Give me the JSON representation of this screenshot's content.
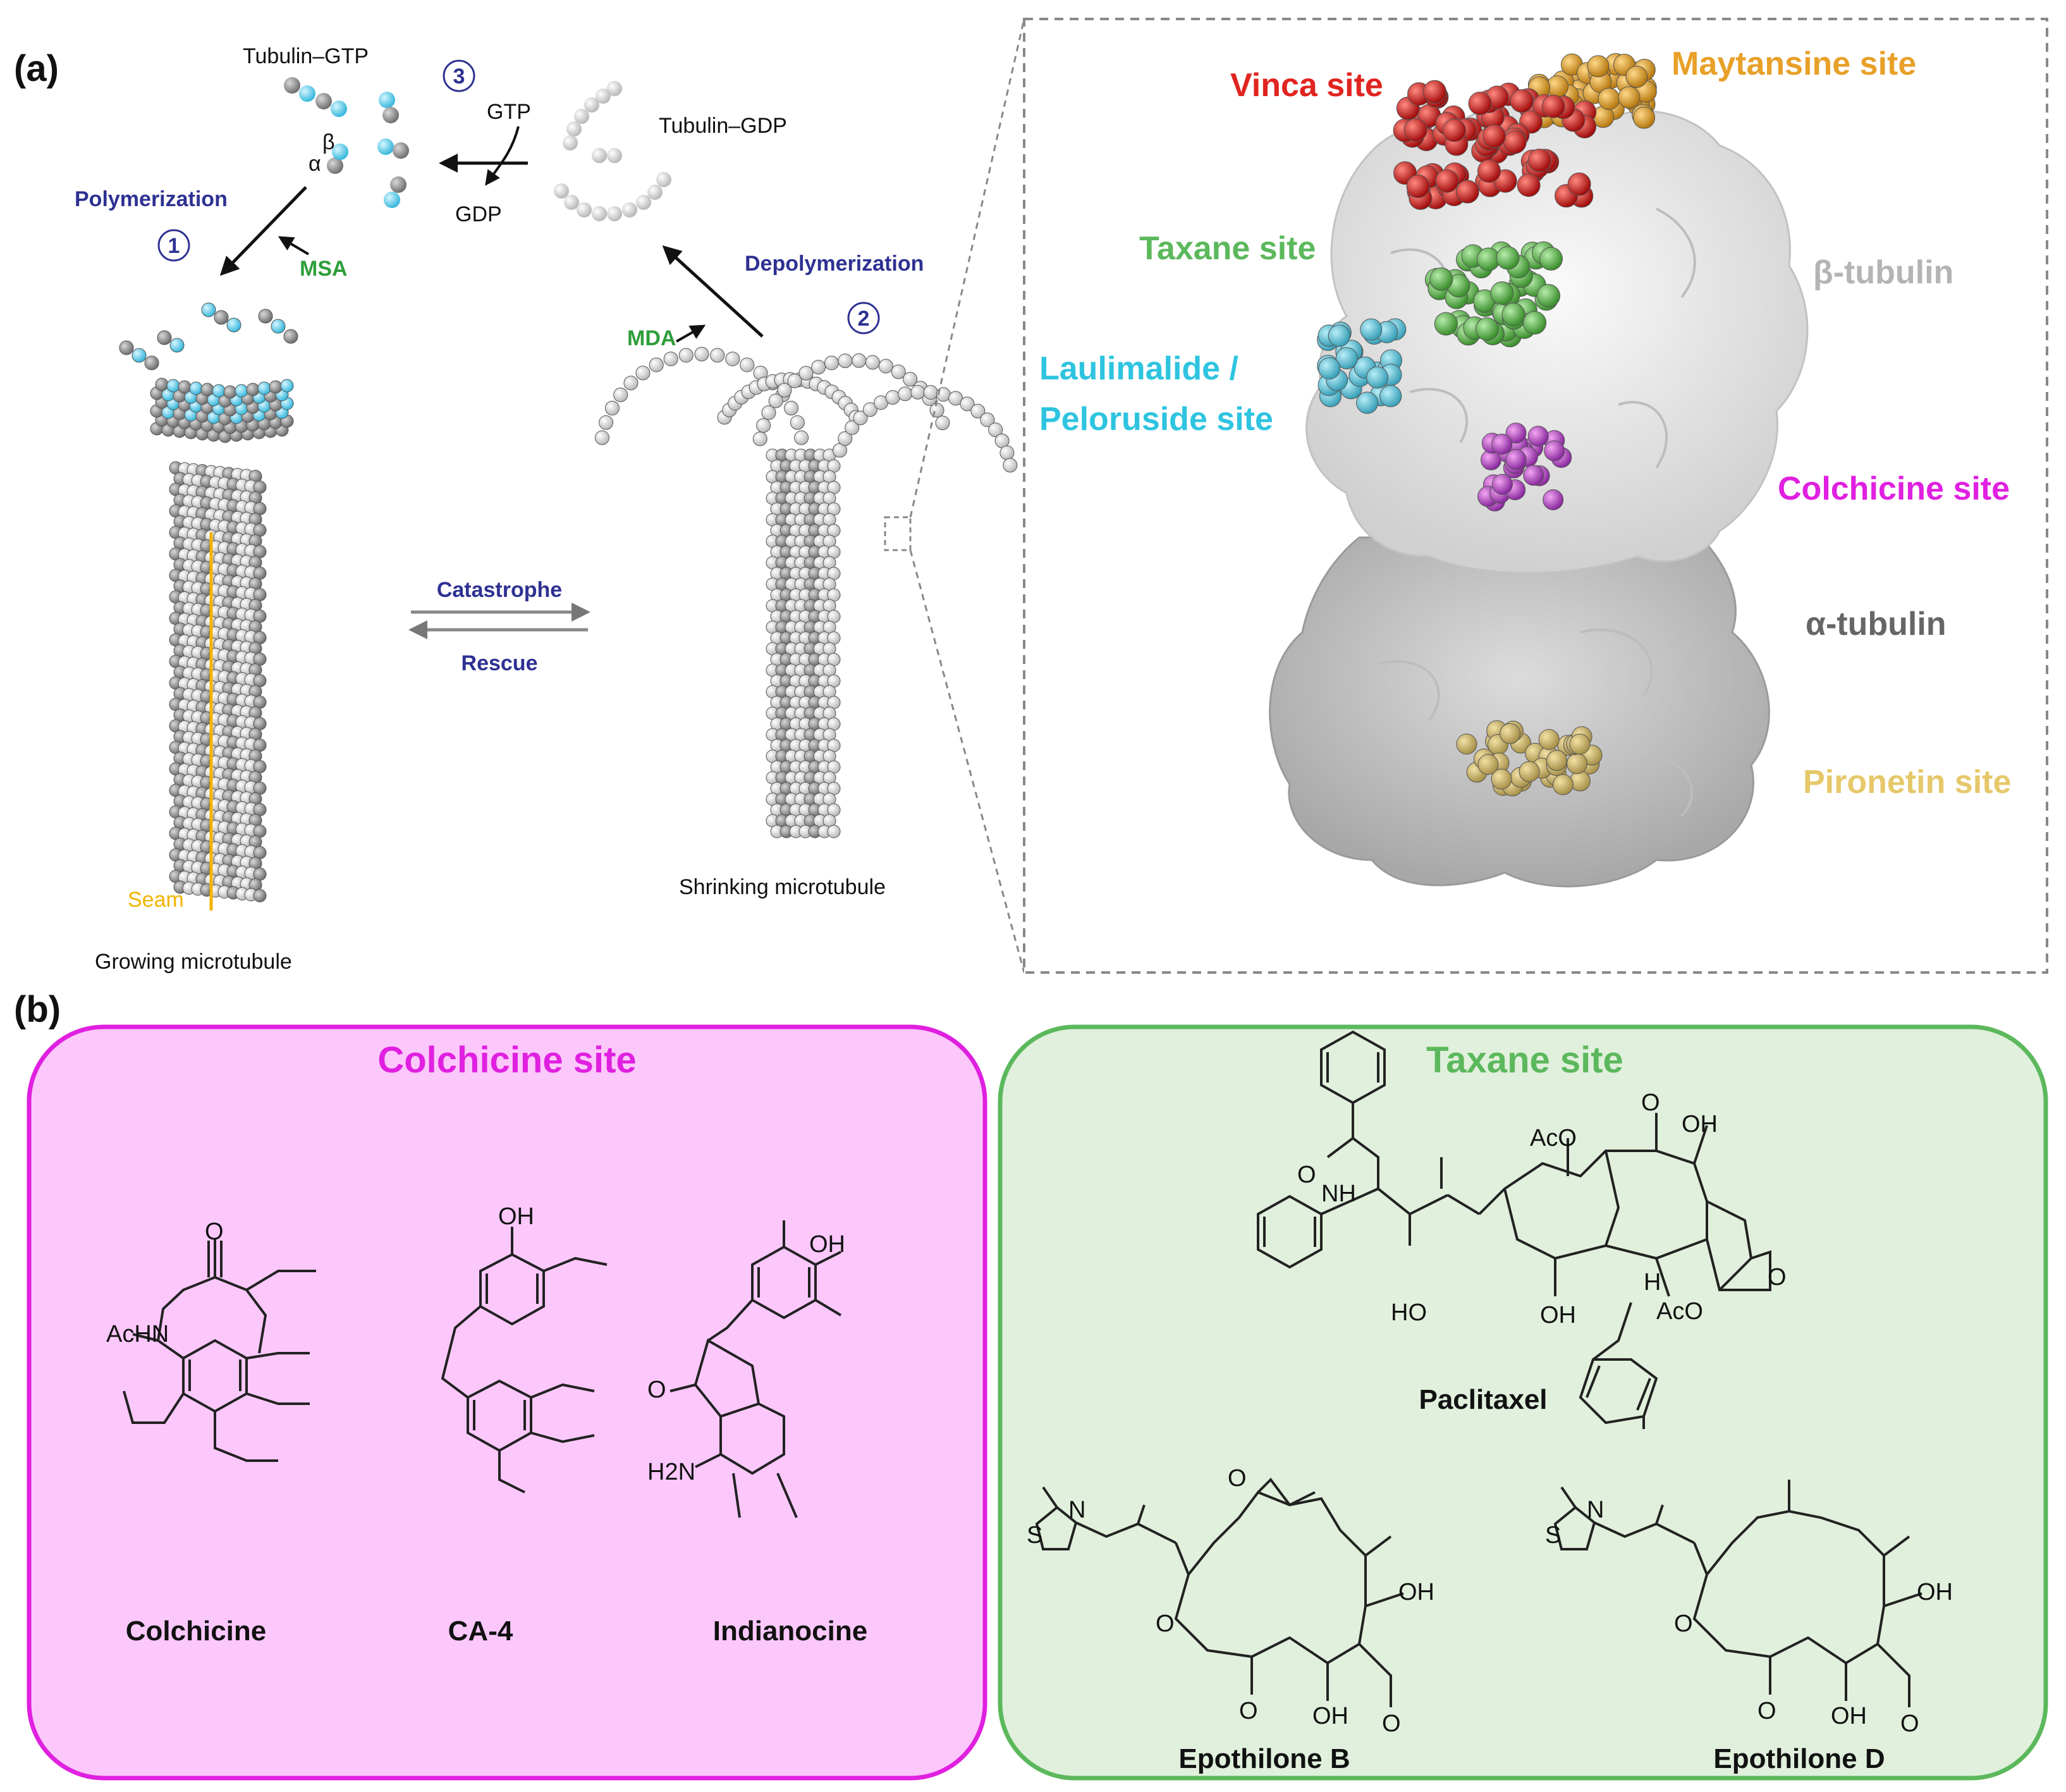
{
  "panel_a": {
    "label": "(a)",
    "tubulin_gtp": "Tubulin–GTP",
    "tubulin_gdp": "Tubulin–GDP",
    "gtp": "GTP",
    "gdp": "GDP",
    "beta": "β",
    "alpha": "α",
    "step1": "1",
    "step2": "2",
    "step3": "3",
    "polymerization": "Polymerization",
    "depolymerization": "Depolymerization",
    "msa": "MSA",
    "mda": "MDA",
    "catastrophe": "Catastrophe",
    "rescue": "Rescue",
    "seam": "Seam",
    "growing": "Growing microtubule",
    "shrinking": "Shrinking microtubule",
    "sites": {
      "vinca": "Vinca site",
      "maytansine": "Maytansine site",
      "taxane": "Taxane site",
      "laulimalide_1": "Laulimalide /",
      "laulimalide_2": "Peloruside site",
      "colchicine": "Colchicine site",
      "pironetin": "Pironetin site",
      "beta_tubulin": "β-tubulin",
      "alpha_tubulin": "α-tubulin"
    },
    "colors": {
      "vinca": "#e0241f",
      "maytansine": "#e8a028",
      "taxane": "#5cb85c",
      "laulimalide": "#2ec4e0",
      "colchicine": "#e020e0",
      "pironetin": "#e6c86a",
      "beta": "#b4b4b4",
      "alpha": "#666666",
      "seam": "#f2b400",
      "gtp_subunit": "#7fd4ea",
      "blue_text": "#2e3192",
      "green_text": "#2e9e3a"
    }
  },
  "panel_b": {
    "label": "(b)",
    "colchicine_box": {
      "title": "Colchicine site",
      "compounds": [
        "Colchicine",
        "CA-4",
        "Indianocine"
      ],
      "substituents": {
        "achn": "AcHN",
        "oh": "OH",
        "h2n": "H2N",
        "o": "O"
      }
    },
    "taxane_box": {
      "title": "Taxane site",
      "compounds": [
        "Paclitaxel",
        "Epothilone B",
        "Epothilone D"
      ],
      "substituents": {
        "aco": "AcO",
        "oh": "OH",
        "nh": "NH",
        "o": "O",
        "ho": "HO",
        "h": "H",
        "s": "S",
        "n": "N"
      }
    },
    "colors": {
      "colchicine_fill": "#fcc8fc",
      "colchicine_border": "#e020e0",
      "taxane_fill": "#e0f0dc",
      "taxane_border": "#5cb85c"
    }
  }
}
